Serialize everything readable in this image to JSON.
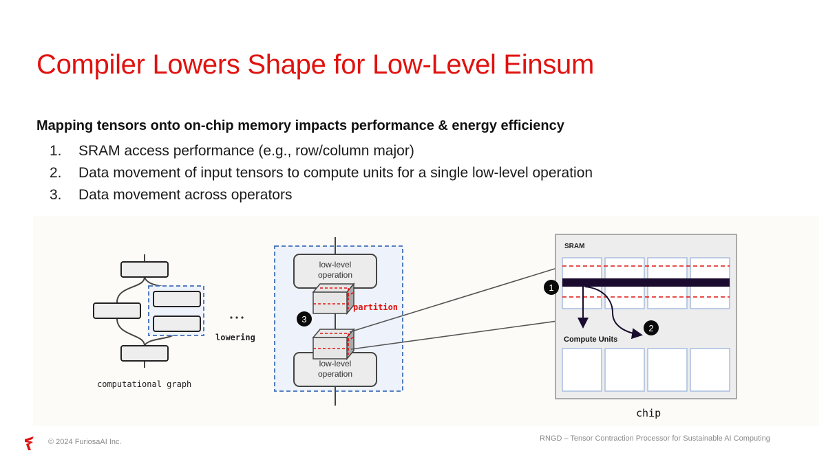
{
  "slide": {
    "title": "Compiler Lowers Shape for Low-Level Einsum",
    "subtitle": "Mapping tensors onto on-chip memory impacts performance & energy efficiency",
    "points": [
      {
        "num": "1.",
        "text": "SRAM access performance (e.g., row/column major)"
      },
      {
        "num": "2.",
        "text": "Data movement of input tensors to compute units for a single low-level operation"
      },
      {
        "num": "3.",
        "text": "Data movement across operators"
      }
    ]
  },
  "diagram": {
    "graph_label": "computational graph",
    "ellipsis": "...",
    "lowering_label": "lowering",
    "op_top_label_line1": "low-level",
    "op_top_label_line2": "operation",
    "op_bottom_label_line1": "low-level",
    "op_bottom_label_line2": "operation",
    "partition_label": "partition",
    "chip_label": "chip",
    "sram_label": "SRAM",
    "compute_units_label": "Compute Units",
    "badges": [
      "1",
      "2",
      "3"
    ],
    "colors": {
      "accent_red": "#e0120f",
      "dashed_blue": "#3f6fb5",
      "row_dark": "#1a0b2e",
      "cell_border": "#a9bde0"
    }
  },
  "footer": {
    "copyright": "© 2024 FuriosaAI Inc.",
    "presentation": "RNGD – Tensor Contraction Processor for Sustainable AI Computing",
    "logo_icon": "furiosa-logo-icon"
  }
}
